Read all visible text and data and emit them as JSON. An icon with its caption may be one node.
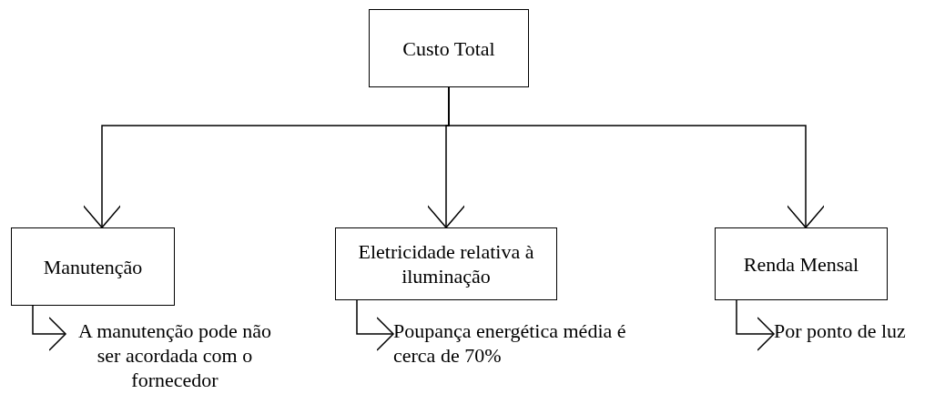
{
  "diagram": {
    "nodes": [
      {
        "text": [
          "Custo Total"
        ]
      },
      {
        "text": [
          "Manutenção"
        ]
      },
      {
        "text": [
          "Eletricidade relativa à iluminação"
        ]
      },
      {
        "text": [
          "Renda Mensal"
        ]
      },
      {
        "text": [
          "A manutenção pode não ser acordada com o fornecedor"
        ]
      },
      {
        "text": [
          "Poupança energética média é cerca de 70%"
        ]
      },
      {
        "text": [
          "Por ponto de luz"
        ]
      }
    ],
    "edges": [
      {
        "from": 0,
        "to": 1,
        "arrow": "to"
      },
      {
        "from": 0,
        "to": 2,
        "arrow": "to"
      },
      {
        "from": 0,
        "to": 3,
        "arrow": "to"
      },
      {
        "from": 1,
        "to": 4,
        "arrow": "to"
      },
      {
        "from": 2,
        "to": 5,
        "arrow": "to"
      },
      {
        "from": 3,
        "to": 6,
        "arrow": "to"
      }
    ]
  }
}
